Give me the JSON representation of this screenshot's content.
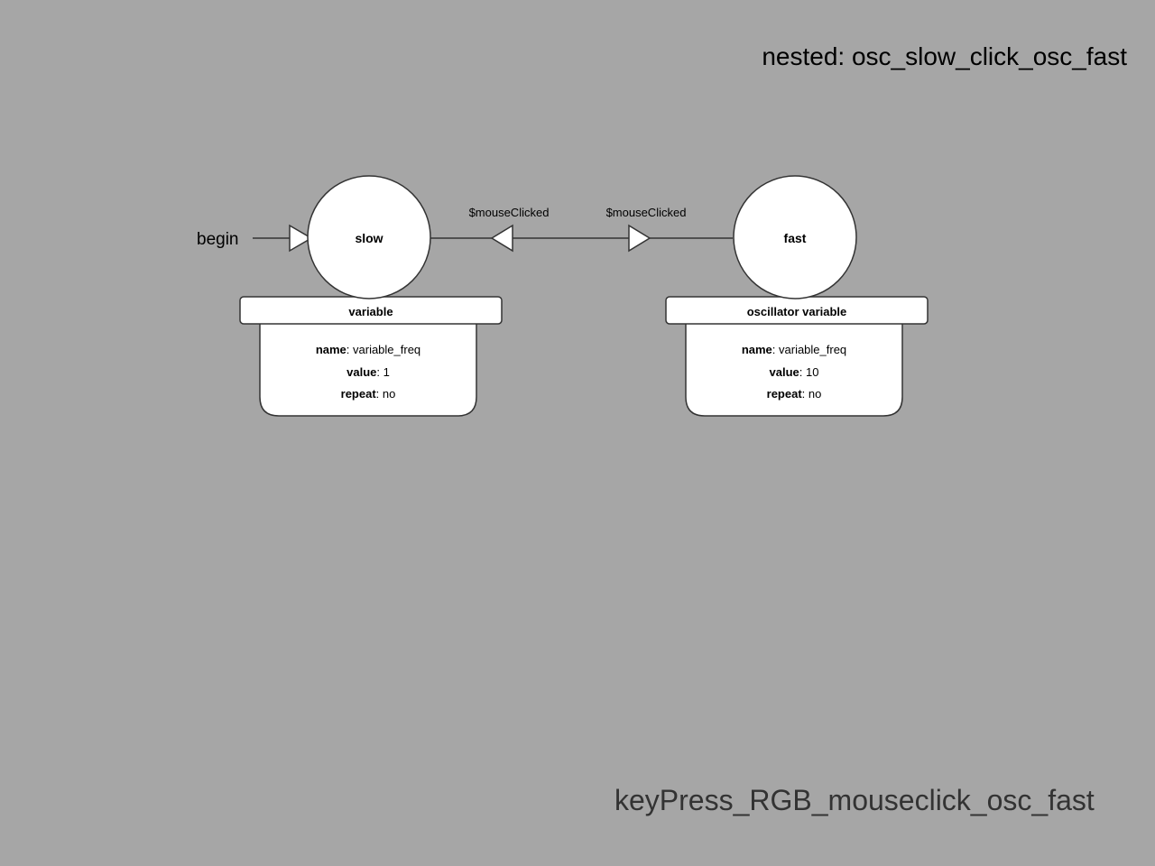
{
  "diagram": {
    "nested_title": "nested: osc_slow_click_osc_fast",
    "footer_title": "keyPress_RGB_mouseclick_osc_fast",
    "begin_label": "begin",
    "states": [
      {
        "name": "slow",
        "header": "variable",
        "props": [
          {
            "key": "name",
            "value": ": variable_freq"
          },
          {
            "key": "value",
            "value": ": 1"
          },
          {
            "key": "repeat",
            "value": ": no"
          }
        ]
      },
      {
        "name": "fast",
        "header": "oscillator variable",
        "props": [
          {
            "key": "name",
            "value": ": variable_freq"
          },
          {
            "key": "value",
            "value": ": 10"
          },
          {
            "key": "repeat",
            "value": ": no"
          }
        ]
      }
    ],
    "transitions": [
      {
        "from": "fast",
        "to": "slow",
        "label": "$mouseClicked"
      },
      {
        "from": "slow",
        "to": "fast",
        "label": "$mouseClicked"
      }
    ]
  }
}
